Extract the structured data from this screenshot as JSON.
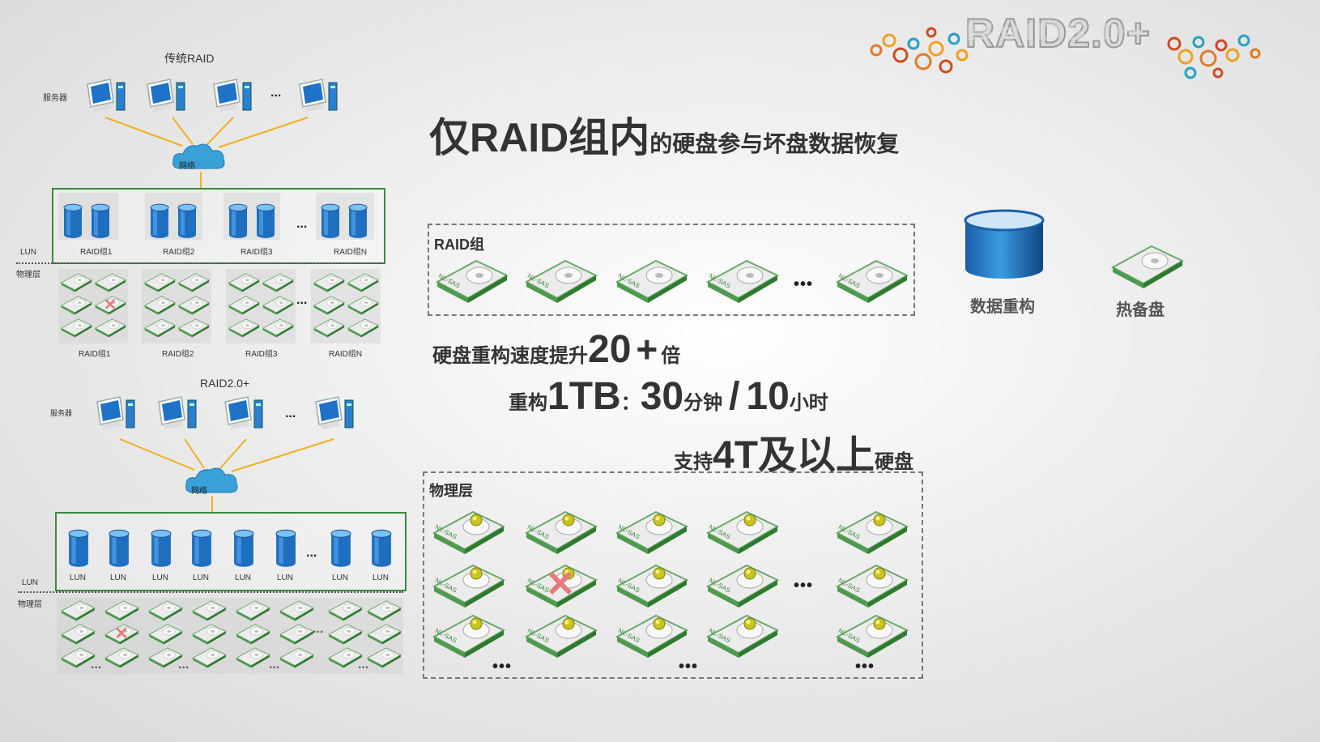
{
  "logo": {
    "text": "RAID2.0+"
  },
  "headline": {
    "big": "仅RAID组内",
    "small": "的硬盘参与坏盘数据恢复"
  },
  "raid_group": {
    "label": "RAID组",
    "ellipsis": "•••"
  },
  "physical_layer": {
    "label": "物理层",
    "ellipsis": "•••"
  },
  "legend": {
    "rebuild": "数据重构",
    "hotspare": "热备盘"
  },
  "speed": {
    "line1_text": "硬盘重构速度提升",
    "line1_num": "20",
    "line1_plus": "+",
    "line1_unit": "倍",
    "line2_pre": "重构",
    "line2_size": "1TB",
    "line2_sep": "：",
    "line2_new": "30",
    "line2_new_unit": "分钟",
    "line2_slash": "/",
    "line2_old": "10",
    "line2_old_unit": "小时",
    "line3_pre": "支持",
    "line3_big": "4T及以上",
    "line3_post": "硬盘"
  },
  "hdd_label": "NL-SAS",
  "traditional": {
    "title": "传统RAID",
    "server_label": "服务器",
    "network_label": "网络",
    "lun_label": "LUN",
    "physical_label": "物理层",
    "ellipsis": "...",
    "raid_groups": [
      "RAID组1",
      "RAID组2",
      "RAID组3",
      "RAID组N"
    ]
  },
  "raid20": {
    "title": "RAID2.0+",
    "server_label": "服务器",
    "network_label": "网络",
    "lun_label": "LUN",
    "physical_label": "物理层",
    "ellipsis": "...",
    "luns": [
      "LUN",
      "LUN",
      "LUN",
      "LUN",
      "LUN",
      "LUN",
      "LUN",
      "LUN"
    ]
  }
}
